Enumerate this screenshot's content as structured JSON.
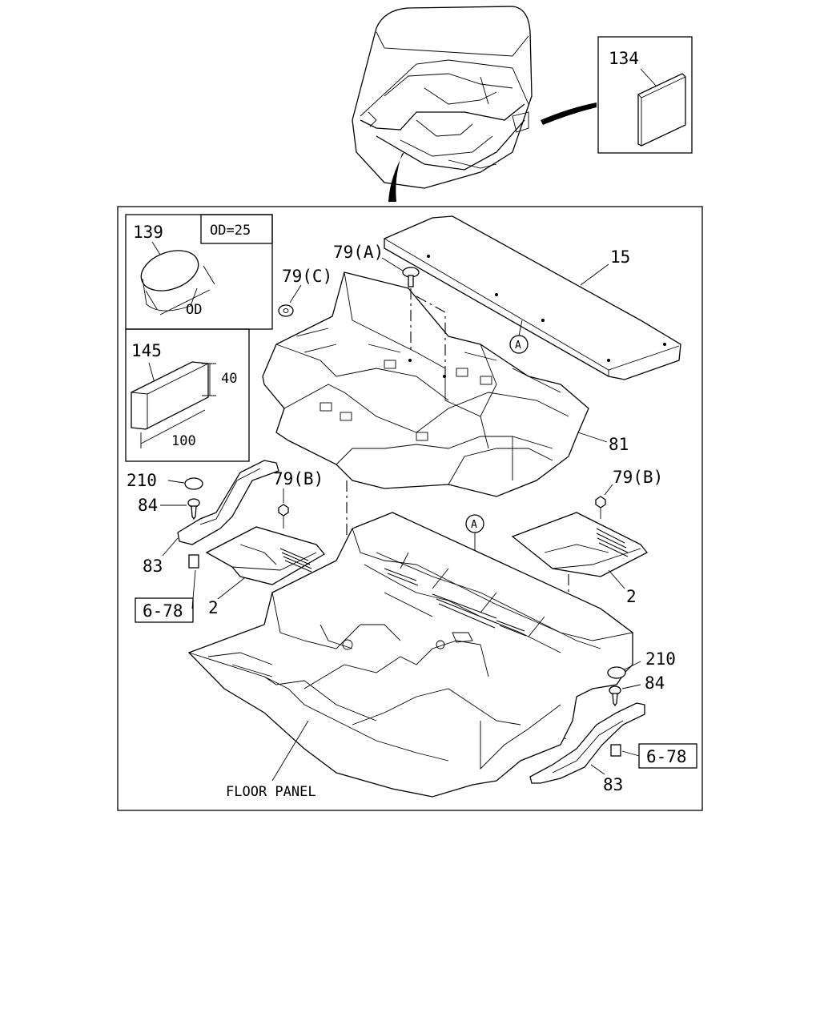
{
  "callouts": {
    "p134": "134",
    "p139": "139",
    "p145": "145",
    "od_spec": "OD=25",
    "od": "OD",
    "dim_40": "40",
    "dim_100": "100",
    "p79a": "79(A)",
    "p79c": "79(C)",
    "p15": "15",
    "ref_a_top": "A",
    "ref_a_mid": "A",
    "p81": "81",
    "p210_left": "210",
    "p84_left": "84",
    "p83_left": "83",
    "p79b_left": "79(B)",
    "p2_left": "2",
    "ref_678_left": "6-78",
    "p79b_right": "79(B)",
    "p2_right": "2",
    "p210_right": "210",
    "p84_right": "84",
    "p83_right": "83",
    "ref_678_right": "6-78",
    "floor_panel": "FLOOR PANEL"
  }
}
